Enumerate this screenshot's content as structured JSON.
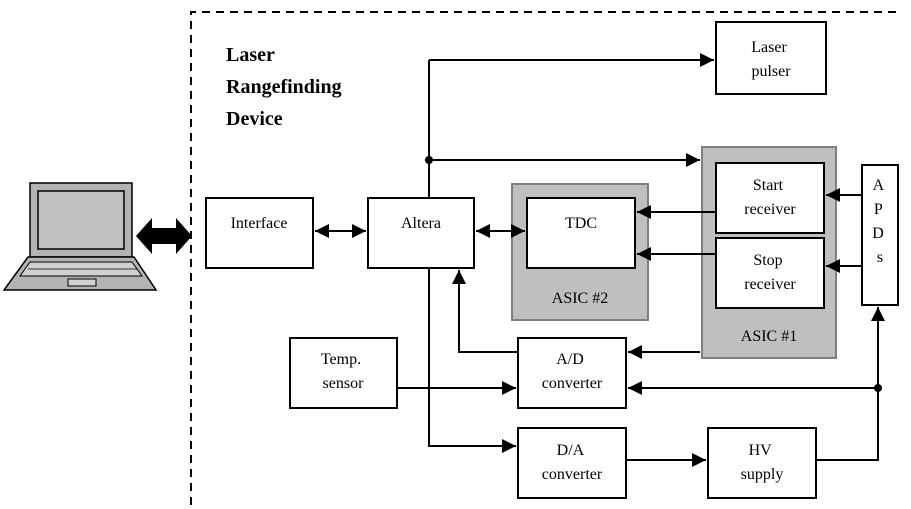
{
  "device": {
    "title_lines": [
      "Laser",
      "Rangefinding",
      "Device"
    ]
  },
  "blocks": {
    "laser_pulser": [
      "Laser",
      "pulser"
    ],
    "interface": [
      "Interface"
    ],
    "altera": [
      "Altera"
    ],
    "tdc": [
      "TDC"
    ],
    "asic2": [
      "ASIC #2"
    ],
    "start_receiver": [
      "Start",
      "receiver"
    ],
    "stop_receiver": [
      "Stop",
      "receiver"
    ],
    "asic1": [
      "ASIC #1"
    ],
    "apds": [
      "A",
      "P",
      "D",
      "s"
    ],
    "temp_sensor": [
      "Temp.",
      "sensor"
    ],
    "ad_converter": [
      "A/D",
      "converter"
    ],
    "da_converter": [
      "D/A",
      "converter"
    ],
    "hv_supply": [
      "HV",
      "supply"
    ]
  },
  "colors": {
    "asic_fill": "#bfbfbf",
    "asic_border": "#7f7f7f",
    "laptop_body": "#b3b3b3",
    "laptop_screen": "#c0c0c0",
    "line": "#000000"
  },
  "icons": [
    "laptop-icon",
    "bidirectional-arrow-icon"
  ]
}
